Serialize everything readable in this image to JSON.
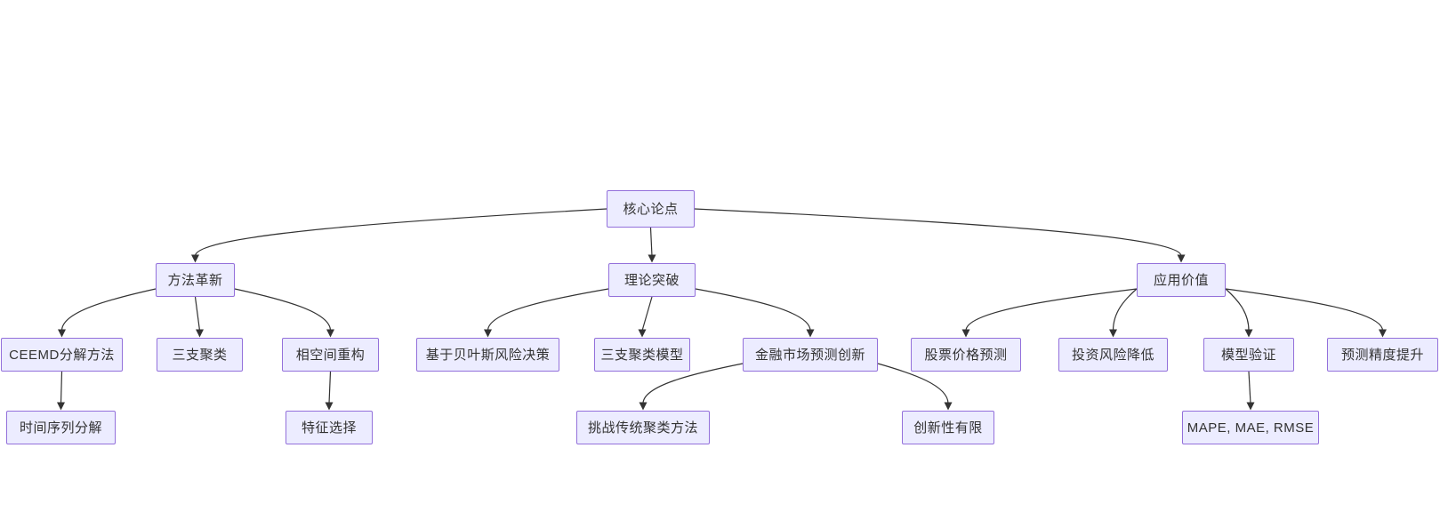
{
  "diagram": {
    "type": "flowchart-top-down",
    "nodes": [
      {
        "id": "core",
        "label": "核心论点"
      },
      {
        "id": "method",
        "label": "方法革新"
      },
      {
        "id": "theory",
        "label": "理论突破"
      },
      {
        "id": "value",
        "label": "应用价值"
      },
      {
        "id": "ceemd",
        "label": "CEEMD分解方法"
      },
      {
        "id": "three_clust",
        "label": "三支聚类"
      },
      {
        "id": "phase",
        "label": "相空间重构"
      },
      {
        "id": "bayes",
        "label": "基于贝叶斯风险决策"
      },
      {
        "id": "three_model",
        "label": "三支聚类模型"
      },
      {
        "id": "fin_innov",
        "label": "金融市场预测创新"
      },
      {
        "id": "stock",
        "label": "股票价格预测"
      },
      {
        "id": "risk",
        "label": "投资风险降低"
      },
      {
        "id": "model_val",
        "label": "模型验证"
      },
      {
        "id": "precision",
        "label": "预测精度提升"
      },
      {
        "id": "ts_decomp",
        "label": "时间序列分解"
      },
      {
        "id": "feat_sel",
        "label": "特征选择"
      },
      {
        "id": "challenge",
        "label": "挑战传统聚类方法"
      },
      {
        "id": "limited",
        "label": "创新性有限"
      },
      {
        "id": "mape",
        "label": "MAPE, MAE, RMSE"
      }
    ],
    "edges": [
      {
        "from": "core",
        "to": "method"
      },
      {
        "from": "core",
        "to": "theory"
      },
      {
        "from": "core",
        "to": "value"
      },
      {
        "from": "method",
        "to": "ceemd"
      },
      {
        "from": "method",
        "to": "three_clust"
      },
      {
        "from": "method",
        "to": "phase"
      },
      {
        "from": "theory",
        "to": "bayes"
      },
      {
        "from": "theory",
        "to": "three_model"
      },
      {
        "from": "theory",
        "to": "fin_innov"
      },
      {
        "from": "value",
        "to": "stock"
      },
      {
        "from": "value",
        "to": "risk"
      },
      {
        "from": "value",
        "to": "model_val"
      },
      {
        "from": "value",
        "to": "precision"
      },
      {
        "from": "ceemd",
        "to": "ts_decomp"
      },
      {
        "from": "phase",
        "to": "feat_sel"
      },
      {
        "from": "fin_innov",
        "to": "challenge"
      },
      {
        "from": "fin_innov",
        "to": "limited"
      },
      {
        "from": "model_val",
        "to": "mape"
      }
    ]
  },
  "colors": {
    "node_fill": "#ECECFF",
    "node_border": "#9370DB",
    "edge": "#333333",
    "text": "#333333",
    "background": "#ffffff"
  }
}
